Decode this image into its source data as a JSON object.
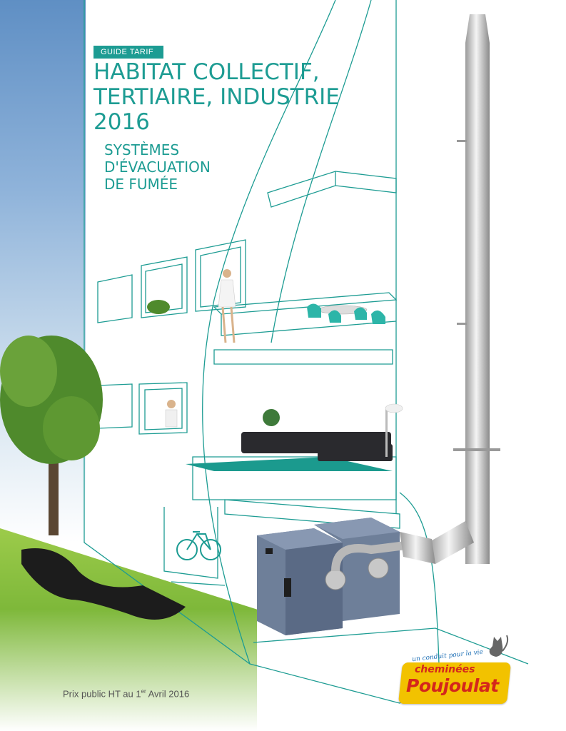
{
  "cover": {
    "tag": "GUIDE TARIF",
    "title_lines": [
      "HABITAT COLLECTIF,",
      "TERTIAIRE, INDUSTRIE",
      "2016"
    ],
    "subtitle_lines": [
      "SYSTÈMES",
      "D'ÉVACUATION",
      "DE FUMÉE"
    ],
    "price_prefix": "Prix public HT au 1",
    "price_sup": "er",
    "price_suffix": " Avril 2016",
    "logo": {
      "tagline": "un conduit pour la vie",
      "line1": "cheminées",
      "line2": "Poujoulat"
    }
  },
  "colors": {
    "accent": "#1d9c93",
    "logo_yellow": "#f2c200",
    "logo_red": "#d4261c",
    "boiler": "#6e7f99"
  },
  "illustration": {
    "items": [
      "tree-icon",
      "bench-icon",
      "chimney-pipe-icon",
      "boiler-icon",
      "bicycle-icon",
      "sofa-icon",
      "chairs-icon",
      "person-icon",
      "cat-icon"
    ]
  }
}
